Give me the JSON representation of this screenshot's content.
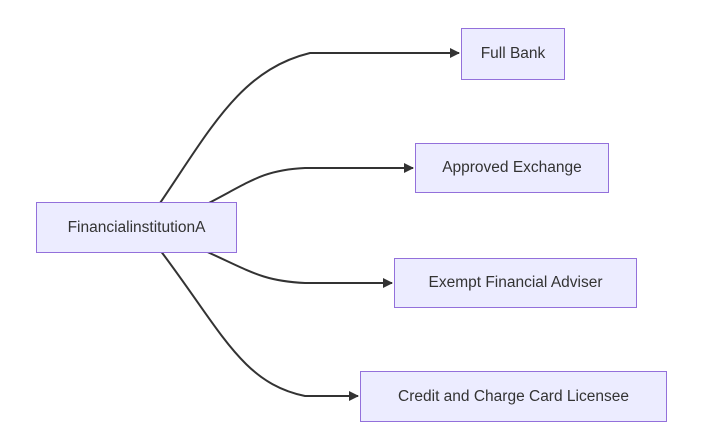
{
  "diagram": {
    "type": "flowchart-left-to-right",
    "background_color": "#ffffff",
    "node_fill_color": "#ECECFF",
    "node_border_color": "#9370DB",
    "edge_color": "#333333",
    "text_color": "#333333",
    "nodes": [
      {
        "id": "financial-institution-a",
        "label": "FinancialinstitutionA"
      },
      {
        "id": "full-bank",
        "label": "Full Bank"
      },
      {
        "id": "approved-exchange",
        "label": "Approved Exchange"
      },
      {
        "id": "exempt-financial-adviser",
        "label": "Exempt Financial Adviser"
      },
      {
        "id": "credit-and-charge-card-licensee",
        "label": "Credit and Charge Card Licensee"
      }
    ],
    "edges": [
      {
        "from": "FinancialinstitutionA",
        "to": "Full Bank",
        "arrow": "filled-triangle"
      },
      {
        "from": "FinancialinstitutionA",
        "to": "Approved Exchange",
        "arrow": "filled-triangle"
      },
      {
        "from": "FinancialinstitutionA",
        "to": "Exempt Financial Adviser",
        "arrow": "filled-triangle"
      },
      {
        "from": "FinancialinstitutionA",
        "to": "Credit and Charge Card Licensee",
        "arrow": "filled-triangle"
      }
    ]
  }
}
